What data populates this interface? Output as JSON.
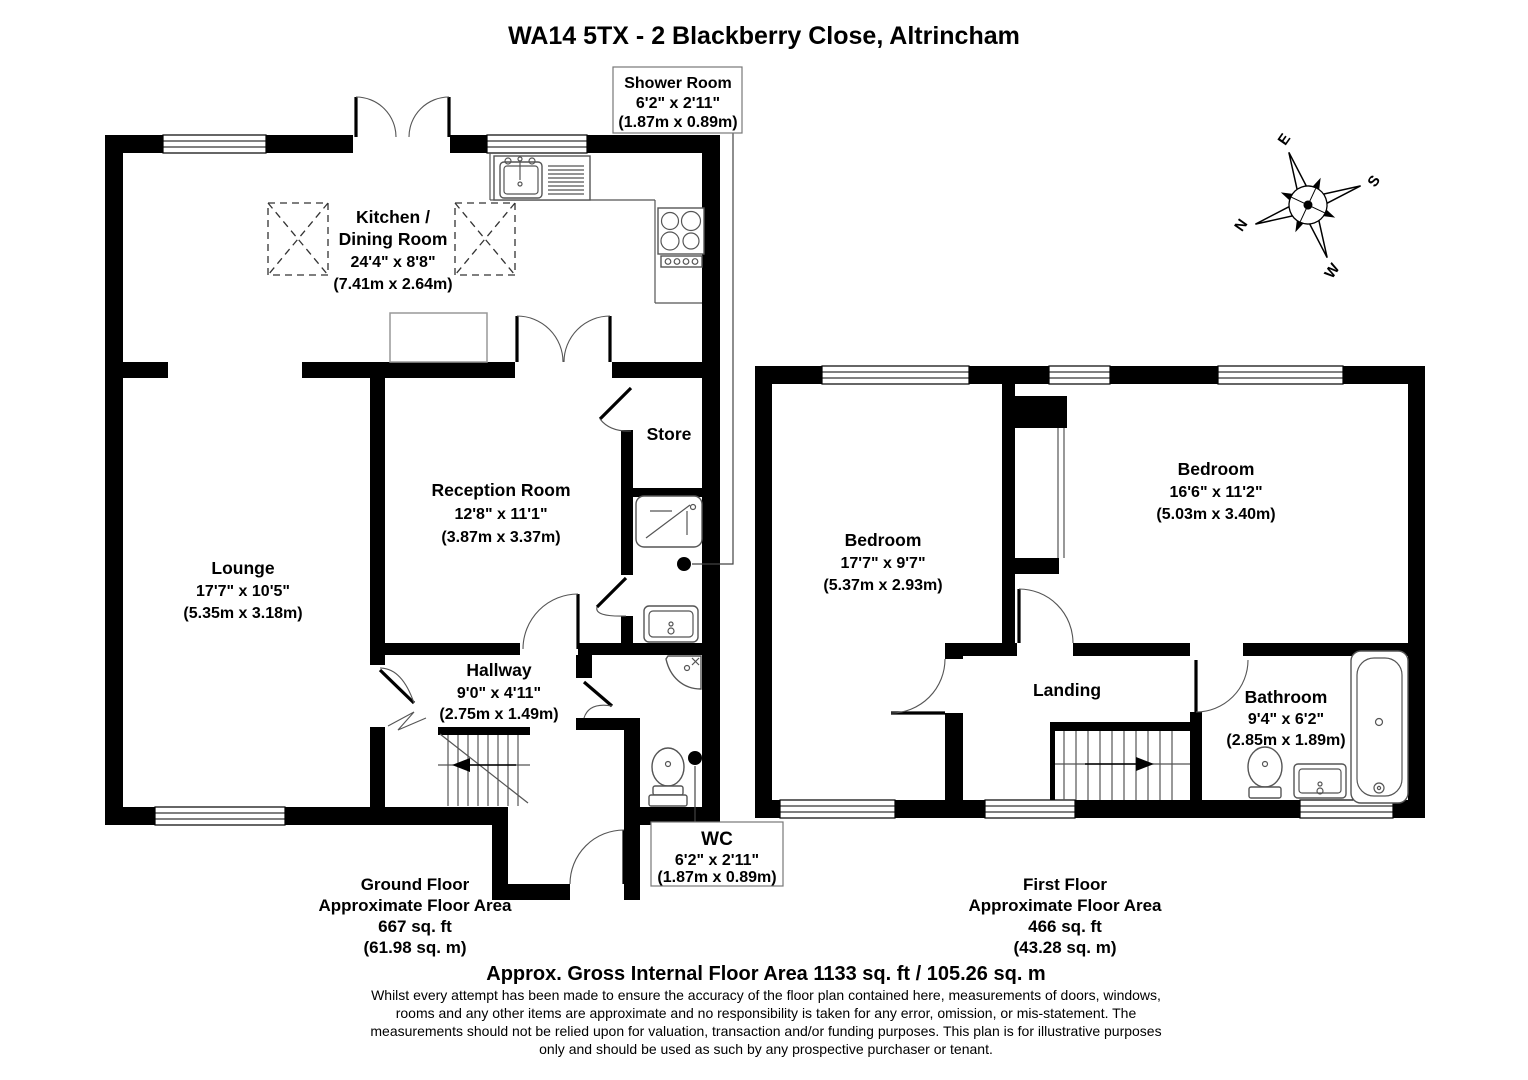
{
  "title": "WA14 5TX - 2 Blackberry Close, Altrincham",
  "rooms": {
    "shower_room": {
      "name": "Shower Room",
      "imperial": "6'2\" x 2'11\"",
      "metric": "(1.87m x 0.89m)"
    },
    "kitchen_dining": {
      "name_line1": "Kitchen /",
      "name_line2": "Dining Room",
      "imperial": "24'4\" x 8'8\"",
      "metric": "(7.41m x 2.64m)"
    },
    "lounge": {
      "name": "Lounge",
      "imperial": "17'7\" x 10'5\"",
      "metric": "(5.35m x 3.18m)"
    },
    "reception_room": {
      "name": "Reception Room",
      "imperial": "12'8\" x 11'1\"",
      "metric": "(3.87m x 3.37m)"
    },
    "store": {
      "name": "Store"
    },
    "hallway": {
      "name": "Hallway",
      "imperial": "9'0\" x 4'11\"",
      "metric": "(2.75m x 1.49m)"
    },
    "wc": {
      "name": "WC",
      "imperial": "6'2\" x 2'11\"",
      "metric": "(1.87m x 0.89m)"
    },
    "bedroom_1": {
      "name": "Bedroom",
      "imperial": "17'7\" x 9'7\"",
      "metric": "(5.37m x 2.93m)"
    },
    "bedroom_2": {
      "name": "Bedroom",
      "imperial": "16'6\" x 11'2\"",
      "metric": "(5.03m x 3.40m)"
    },
    "landing": {
      "name": "Landing"
    },
    "bathroom": {
      "name": "Bathroom",
      "imperial": "9'4\" x 6'2\"",
      "metric": "(2.85m x 1.89m)"
    }
  },
  "compass": {
    "north": "N",
    "east": "E",
    "south": "S",
    "west": "W"
  },
  "floors": {
    "ground": {
      "name": "Ground Floor",
      "area_label": "Approximate Floor Area",
      "area_ft": "667 sq. ft",
      "area_m": "(61.98 sq. m)"
    },
    "first": {
      "name": "First Floor",
      "area_label": "Approximate Floor Area",
      "area_ft": "466 sq. ft",
      "area_m": "(43.28 sq. m)"
    }
  },
  "footer": {
    "gross_area": "Approx. Gross Internal Floor Area 1133 sq. ft / 105.26 sq. m",
    "disclaimer_lines": [
      "Whilst every attempt has been made to ensure the accuracy of the floor plan contained here, measurements of doors, windows,",
      "rooms and any other items are approximate and no responsibility is taken for any error, omission, or mis-statement. The",
      "measurements should not be relied upon for valuation, transaction and/or funding purposes. This plan is for illustrative purposes",
      "only and should be used as such by any prospective purchaser or tenant."
    ]
  },
  "colors": {
    "walls": "#000000",
    "background": "#ffffff",
    "fixtures": "#555555"
  }
}
